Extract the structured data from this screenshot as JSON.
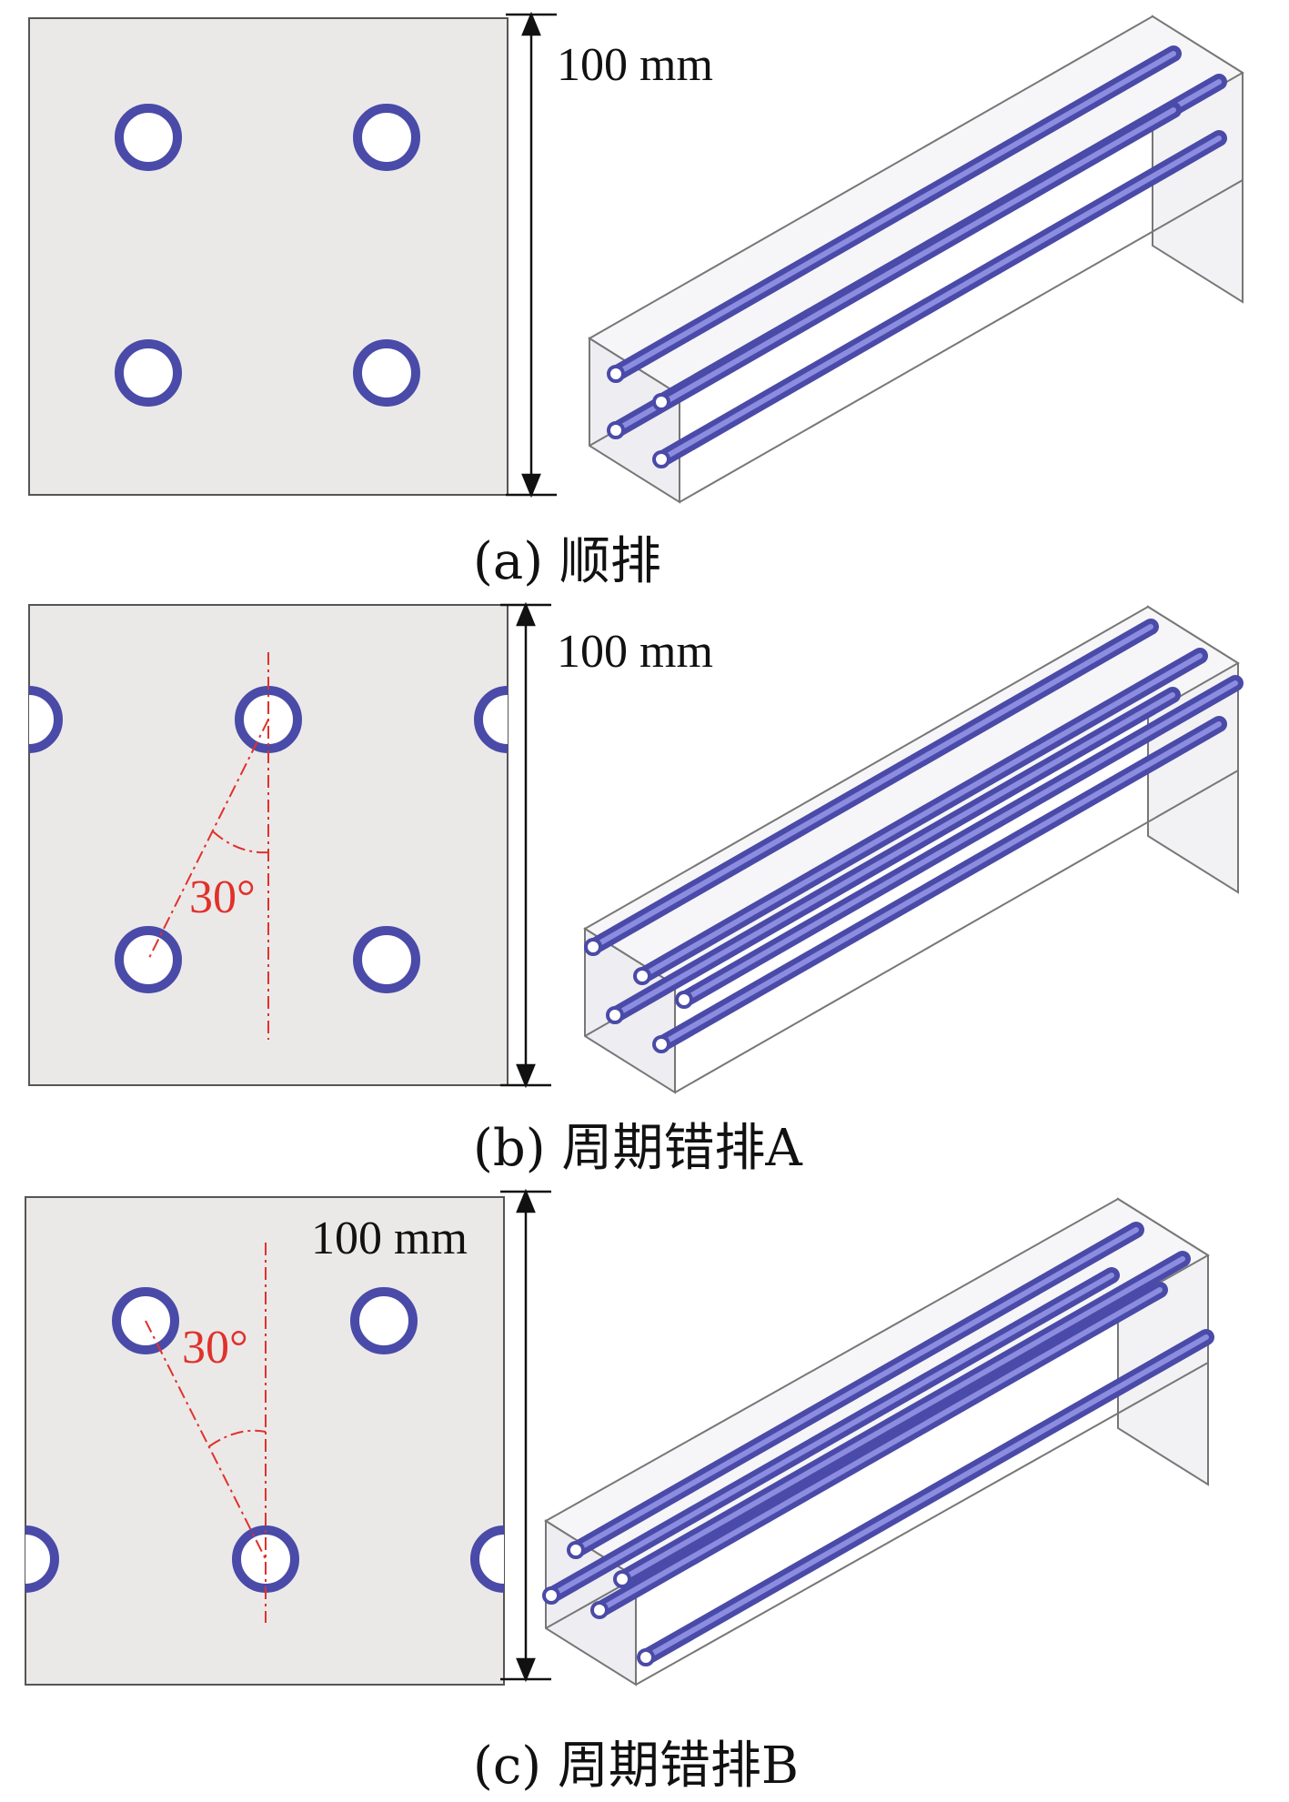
{
  "colors": {
    "plate_fill": "#ebe9e8",
    "plate_stroke": "#555555",
    "tube": "#4a4aa8",
    "tube_light": "#8c8ce0",
    "angle": "#e0312b",
    "box_stroke": "#777777"
  },
  "panels": [
    {
      "id": "a",
      "dimension": "100 mm",
      "caption": "(a) 顺排",
      "angle_label": ""
    },
    {
      "id": "b",
      "dimension": "100 mm",
      "caption": "(b) 周期错排A",
      "angle_label": "30°"
    },
    {
      "id": "c",
      "dimension": "100 mm",
      "caption": "(c) 周期错排B",
      "angle_label": "30°"
    }
  ]
}
